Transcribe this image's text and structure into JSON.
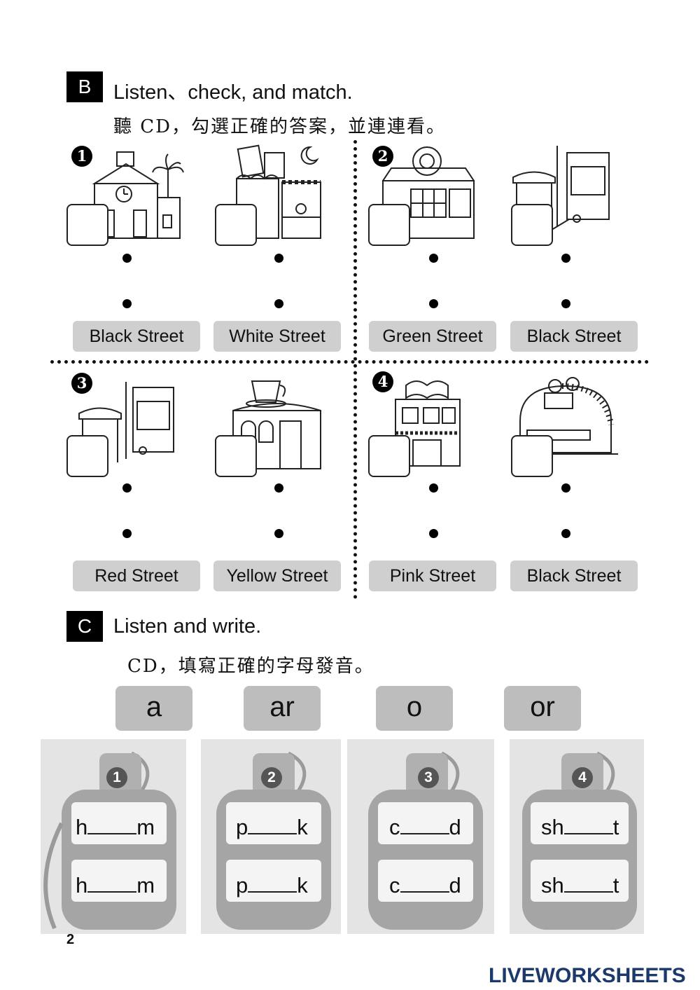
{
  "sectionB": {
    "letter": "B",
    "title": "Listen、check, and match.",
    "subtitle": "聽 CD，勾選正確的答案，並連連看。",
    "groups": [
      {
        "num": "1",
        "options": [
          "Black Street",
          "White Street"
        ]
      },
      {
        "num": "2",
        "options": [
          "Green Street",
          "Black Street"
        ]
      },
      {
        "num": "3",
        "options": [
          "Red Street",
          "Yellow Street"
        ]
      },
      {
        "num": "4",
        "options": [
          "Pink Street",
          "Black Street"
        ]
      }
    ]
  },
  "sectionC": {
    "letter": "C",
    "title": "Listen and write.",
    "subtitle": "CD，填寫正確的字母發音。",
    "phonics": [
      "a",
      "ar",
      "o",
      "or"
    ],
    "bottles": [
      {
        "num": "1",
        "start": "h",
        "end": "m"
      },
      {
        "num": "2",
        "start": "p",
        "end": "k"
      },
      {
        "num": "3",
        "start": "c",
        "end": "d"
      },
      {
        "num": "4",
        "start": "sh",
        "end": "t"
      }
    ]
  },
  "page_number": "2",
  "watermark": "LIVEWORKSHEETS",
  "colors": {
    "label_bg": "#cfcfcf",
    "phonics_bg": "#bdbdbd",
    "bottle": "#9a9a9a",
    "logo": "#1b3a6b"
  }
}
